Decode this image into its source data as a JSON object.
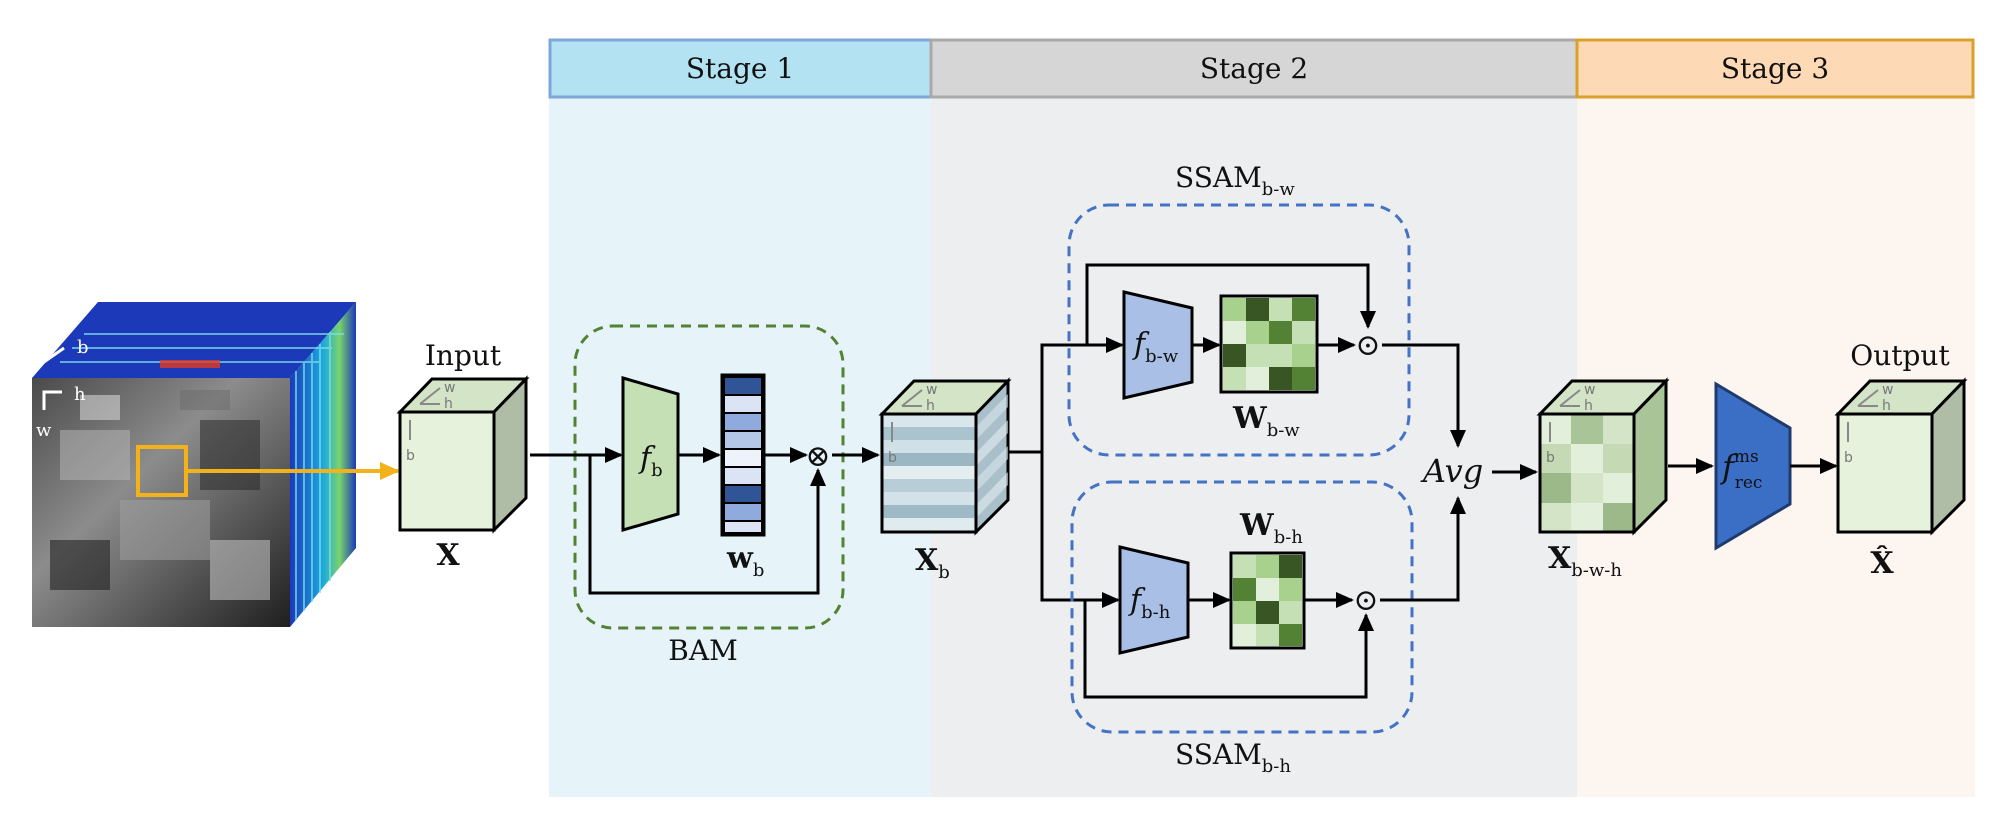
{
  "stages": [
    {
      "label": "Stage 1",
      "header_fill": "#b3e3f2",
      "header_stroke": "#7ea6d8",
      "panel_fill": "#e6f4f9"
    },
    {
      "label": "Stage 2",
      "header_fill": "#d6d6d6",
      "header_stroke": "#a9a9a9",
      "panel_fill": "#eceef0"
    },
    {
      "label": "Stage 3",
      "header_fill": "#fdd9b5",
      "header_stroke": "#d9a12a",
      "panel_fill": "#fdf5ef"
    }
  ],
  "input": {
    "label": "Input",
    "symbol": "X"
  },
  "output": {
    "label": "Output",
    "symbol": "X̂"
  },
  "hsi_axes": {
    "b": "b",
    "h": "h",
    "w": "w"
  },
  "cube_axes": {
    "w": "w",
    "h": "h",
    "b": "b"
  },
  "bam": {
    "label": "BAM",
    "f_main": "f",
    "f_sub": "b",
    "weight_main": "w",
    "weight_sub": "b",
    "output_main": "X",
    "output_sub": "b",
    "multiply_symbol": "⊗"
  },
  "ssam_bw": {
    "label_main": "SSAM",
    "label_sub": "b-w",
    "f_main": "f",
    "f_sub": "b-w",
    "weight_main": "W",
    "weight_sub": "b-w",
    "dot_symbol": "⊙"
  },
  "ssam_bh": {
    "label_main": "SSAM",
    "label_sub": "b-h",
    "f_main": "f",
    "f_sub": "b-h",
    "weight_main": "W",
    "weight_sub": "b-h",
    "dot_symbol": "⊙"
  },
  "avg": {
    "label": "Avg"
  },
  "stage3": {
    "output_main": "X",
    "output_sub": "b-w-h",
    "f_main": "f",
    "f_sup": "ms",
    "f_sub": "rec"
  },
  "colors": {
    "cube_front": "#e6f2dc",
    "cube_top": "#d3e4c7",
    "cube_side": "#b0bda6",
    "trapezoid_green": "#c5e0b4",
    "trapezoid_blue": "#a9bfe6",
    "dark_blue": "#3b6fc6",
    "orange": "#f3b21a",
    "bam_border": "#548235",
    "ssam_border": "#4472c4"
  }
}
